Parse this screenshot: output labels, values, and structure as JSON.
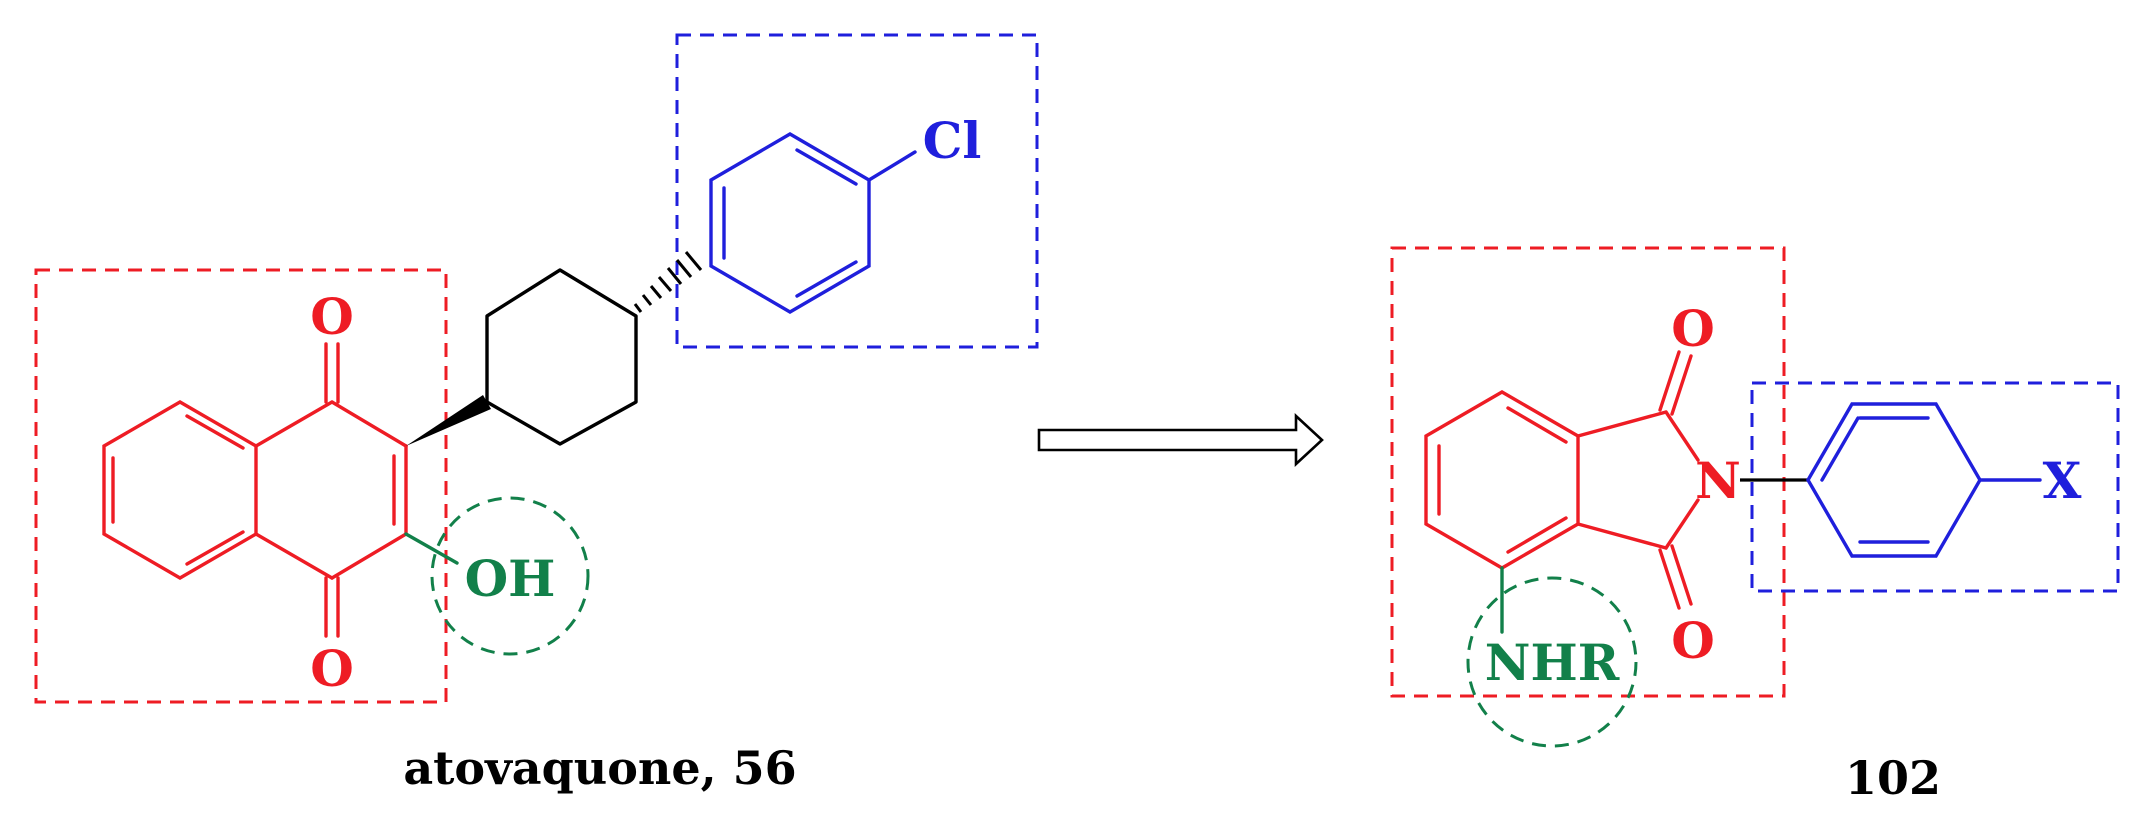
{
  "colors": {
    "scaffold": "#ee1c24",
    "aryl": "#1f1fdc",
    "substituent": "#12804a",
    "linker": "#000000"
  },
  "atovaquone": {
    "carbonyl_top": "O",
    "carbonyl_bottom": "O",
    "hydroxyl": "OH",
    "halogen": "Cl",
    "caption": "atovaquone, 56"
  },
  "arrow": {
    "direction": "right",
    "style": "hollow-retrosynthetic"
  },
  "phthalimide": {
    "carbonyl_top": "O",
    "carbonyl_bottom": "O",
    "nitrogen": "N",
    "amine": "NHR",
    "para_substituent": "X",
    "caption": "102"
  }
}
